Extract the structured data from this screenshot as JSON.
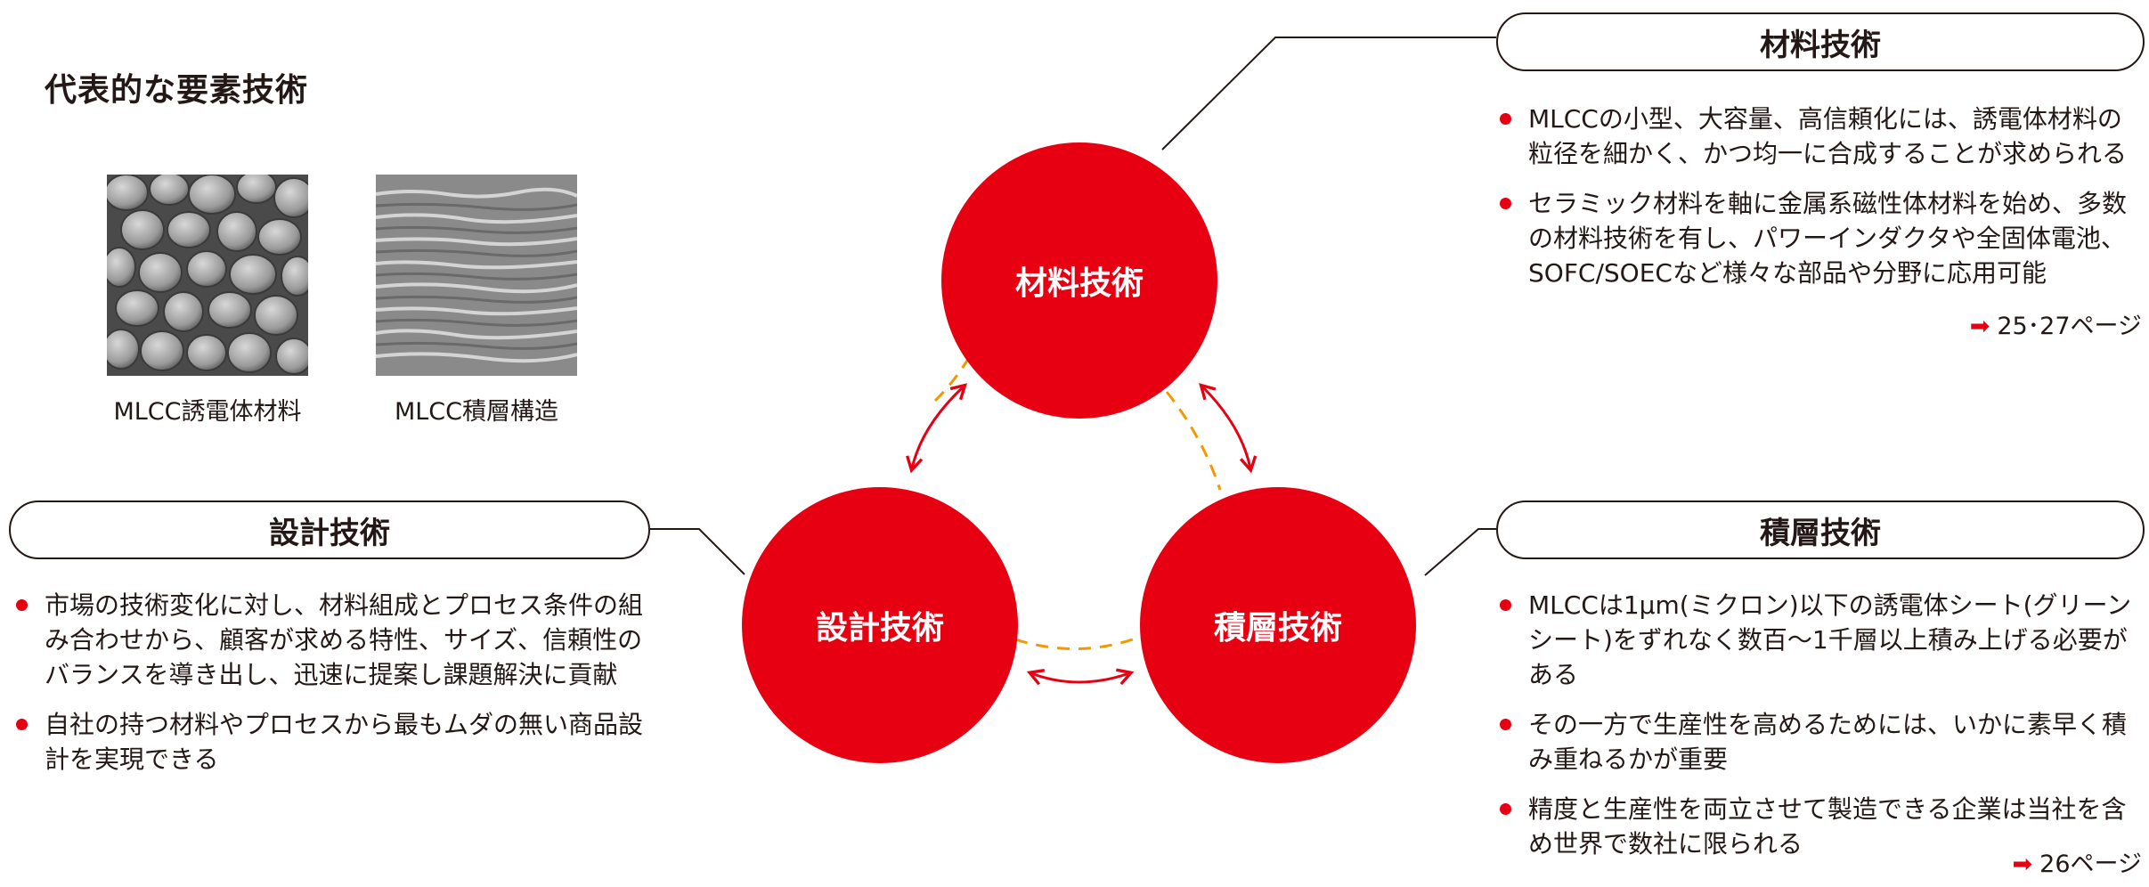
{
  "heading": "代表的な要素技術",
  "images": [
    {
      "caption": "MLCC誘電体材料"
    },
    {
      "caption": "MLCC積層構造"
    }
  ],
  "circles": {
    "material": "材料技術",
    "design": "設計技術",
    "lamination": "積層技術"
  },
  "sections": {
    "material": {
      "title": "材料技術",
      "bullets": [
        "MLCCの小型、大容量、高信頼化には、誘電体材料の粒径を細かく、かつ均一に合成することが求められる",
        "セラミック材料を軸に金属系磁性体材料を始め、多数の材料技術を有し、パワーインダクタや全固体電池、SOFC/SOECなど様々な部品や分野に応用可能"
      ],
      "page_ref": "25･27ページ"
    },
    "design": {
      "title": "設計技術",
      "bullets": [
        "市場の技術変化に対し、材料組成とプロセス条件の組み合わせから、顧客が求める特性、サイズ、信頼性のバランスを導き出し、迅速に提案し課題解決に貢献",
        "自社の持つ材料やプロセスから最もムダの無い商品設計を実現できる"
      ]
    },
    "lamination": {
      "title": "積層技術",
      "bullets": [
        "MLCCは1μm(ミクロン)以下の誘電体シート(グリーンシート)をずれなく数百～1千層以上積み上げる必要がある",
        "その一方で生産性を高めるためには、いかに素早く積み重ねるかが重要",
        "精度と生産性を両立させて製造できる企業は当社を含め世界で数社に限られる"
      ],
      "page_ref": "26ページ"
    }
  },
  "colors": {
    "accent_red": "#e60012",
    "dash_orange": "#f39800",
    "text_dark": "#231815"
  },
  "icons": {
    "page_arrow": "➡"
  }
}
